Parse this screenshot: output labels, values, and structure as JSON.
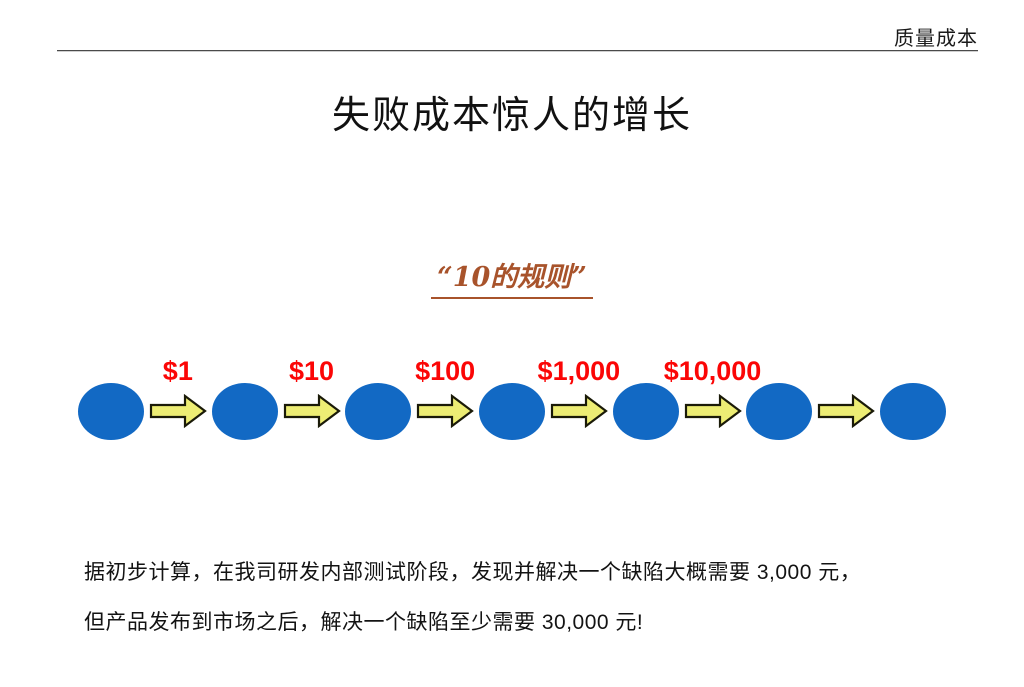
{
  "header": {
    "label": "质量成本"
  },
  "title": "失败成本惊人的增长",
  "subtitle": "“10的规则”",
  "diagram": {
    "node_count": 7,
    "node_color": "#1269C4",
    "arrow_fill": "#EDED74",
    "arrow_stroke": "#1a1a08",
    "label_color": "#FB0606",
    "labels": [
      "$1",
      "$10",
      "$100",
      "$1,000",
      "$10,000",
      ""
    ]
  },
  "note": {
    "line1": "据初步计算，在我司研发内部测试阶段，发现并解决一个缺陷大概需要 3,000 元，",
    "line2": "但产品发布到市场之后，解决一个缺陷至少需要 30,000 元!"
  },
  "colors": {
    "accent_brown": "#A8532B",
    "node_blue": "#1269C4",
    "label_red": "#FB0606",
    "arrow_yellow": "#EDED74",
    "rule_gray": "#4a4a4a"
  }
}
